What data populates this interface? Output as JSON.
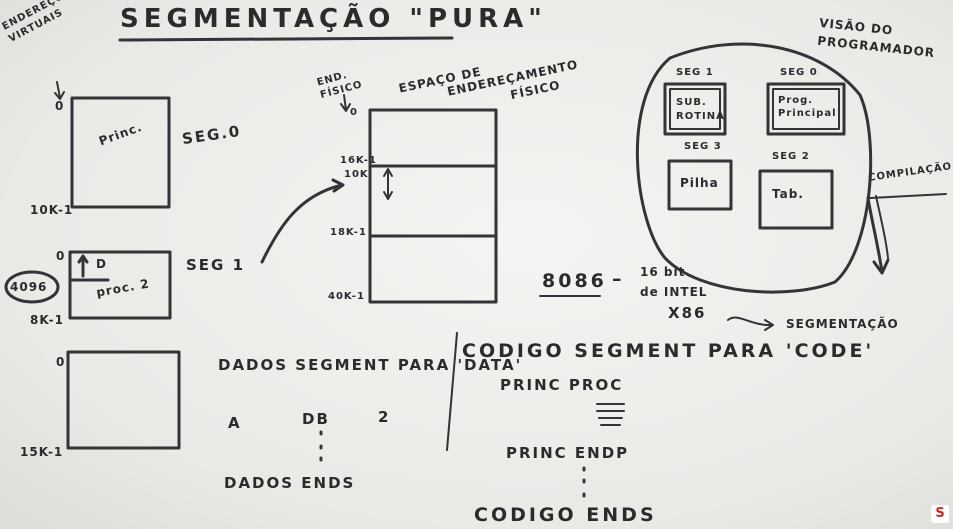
{
  "title": "SEGMENTAÇÃO \"PURA\"",
  "left": {
    "virtual_label": "ENDEREÇOS VIRTUAIS",
    "seg0": {
      "start": "0",
      "content": "Princ.",
      "label": "SEG.0",
      "end": "10K-1"
    },
    "seg1": {
      "start": "0",
      "content_d": "D",
      "content": "proc. 2",
      "marker": "4096",
      "label": "SEG 1",
      "end": "8K-1"
    },
    "seg2": {
      "start": "0",
      "end": "15K-1"
    }
  },
  "middle": {
    "end_fisico": "END. FÍSICO",
    "physical_title_1": "ESPAÇO DE",
    "physical_title_2": "ENDEREÇAMENTO",
    "physical_title_3": "FÍSICO",
    "addresses": [
      "0",
      "16K-1",
      "10K",
      "18K-1",
      "40K-1"
    ]
  },
  "right": {
    "programmer_view": "VISÃO DO PROGRAMADOR",
    "compile": "COMPILAÇÃO",
    "segments": [
      {
        "label": "SEG 1",
        "content": "SUB. ROTINA"
      },
      {
        "label": "SEG 0",
        "content": "Prog. Principal"
      },
      {
        "label": "SEG 3",
        "content": "Pilha"
      },
      {
        "label": "SEG 2",
        "content": "Tab."
      }
    ]
  },
  "intel": {
    "model": "8086",
    "dash": "–",
    "desc_1": "16 bit",
    "desc_2": "de INTEL",
    "arch": "X86",
    "result": "SEGMENTAÇÃO"
  },
  "code": {
    "data_segment": "DADOS SEGMENT PARA 'DATA'",
    "var_name": "A",
    "var_dir": "DB",
    "var_val": "2",
    "data_ends": "DADOS ENDS",
    "code_segment": "CODIGO SEGMENT PARA 'CODE'",
    "princ_proc": "PRINC PROC",
    "princ_endp": "PRINC ENDP",
    "code_ends": "CODIGO ENDS"
  },
  "logo": "S"
}
